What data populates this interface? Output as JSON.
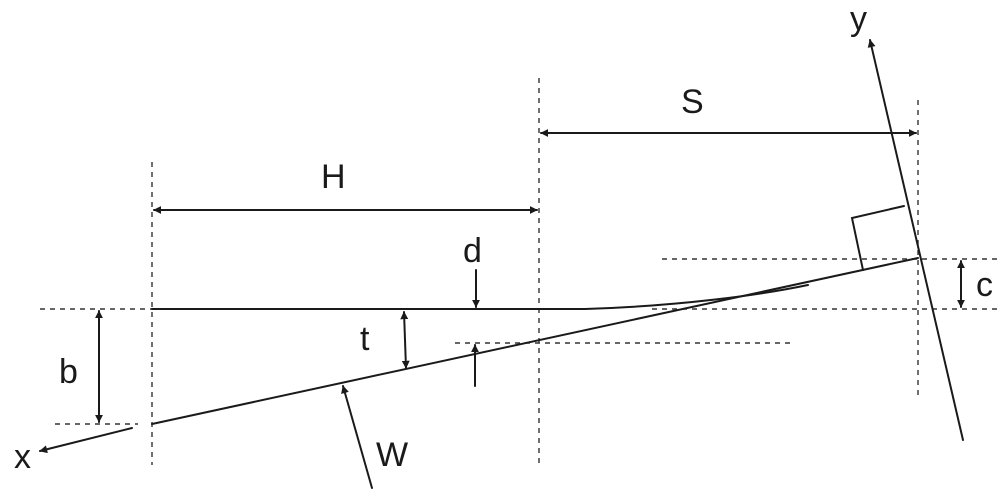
{
  "labels": {
    "x": "x",
    "y": "y",
    "s": "S",
    "h": "H",
    "d": "d",
    "c": "c",
    "t": "t",
    "b": "b",
    "w": "W"
  }
}
